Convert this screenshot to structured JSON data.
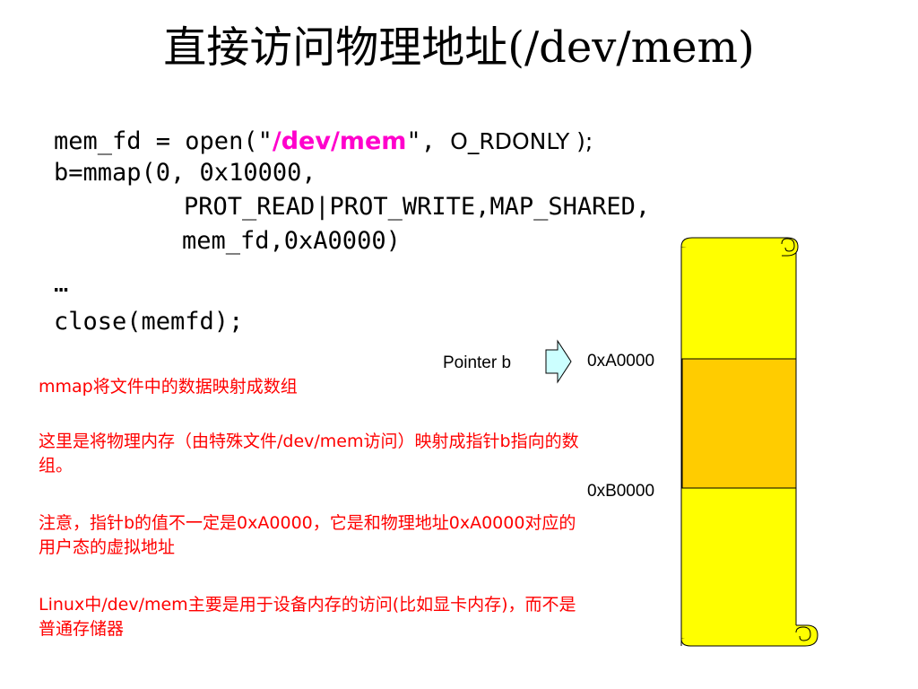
{
  "title": "直接访问物理地址(/dev/mem)",
  "code": {
    "line1_prefix": "mem_fd = open(\"",
    "line1_path": "/dev/mem",
    "line1_suffix": "\", ",
    "line1_flag": "O_RDONLY );",
    "line2": "b=mmap(0, 0x10000,",
    "line3": "PROT_READ|PROT_WRITE,MAP_SHARED,",
    "line4": "mem_fd,0xA0000)",
    "line5": "…",
    "line6": "close(memfd);"
  },
  "notes": [
    "mmap将文件中的数据映射成数组",
    "这里是将物理内存（由特殊文件/dev/mem访问）映射成指针b指向的数组。",
    "注意，指针b的值不一定是0xA0000，它是和物理地址0xA0000对应的用户态的虚拟地址",
    "Linux中/dev/mem主要是用于设备内存的访问(比如显卡内存)，而不是普通存储器"
  ],
  "diagram": {
    "pointer_label": "Pointer b",
    "start_address": "0xA0000",
    "end_address": "0xB0000"
  },
  "colors": {
    "scroll": "#ffff00",
    "mapped_region": "#ffcc00",
    "arrow": "#ccffff",
    "highlight": "#ff00cc",
    "notes": "#ff0000"
  }
}
